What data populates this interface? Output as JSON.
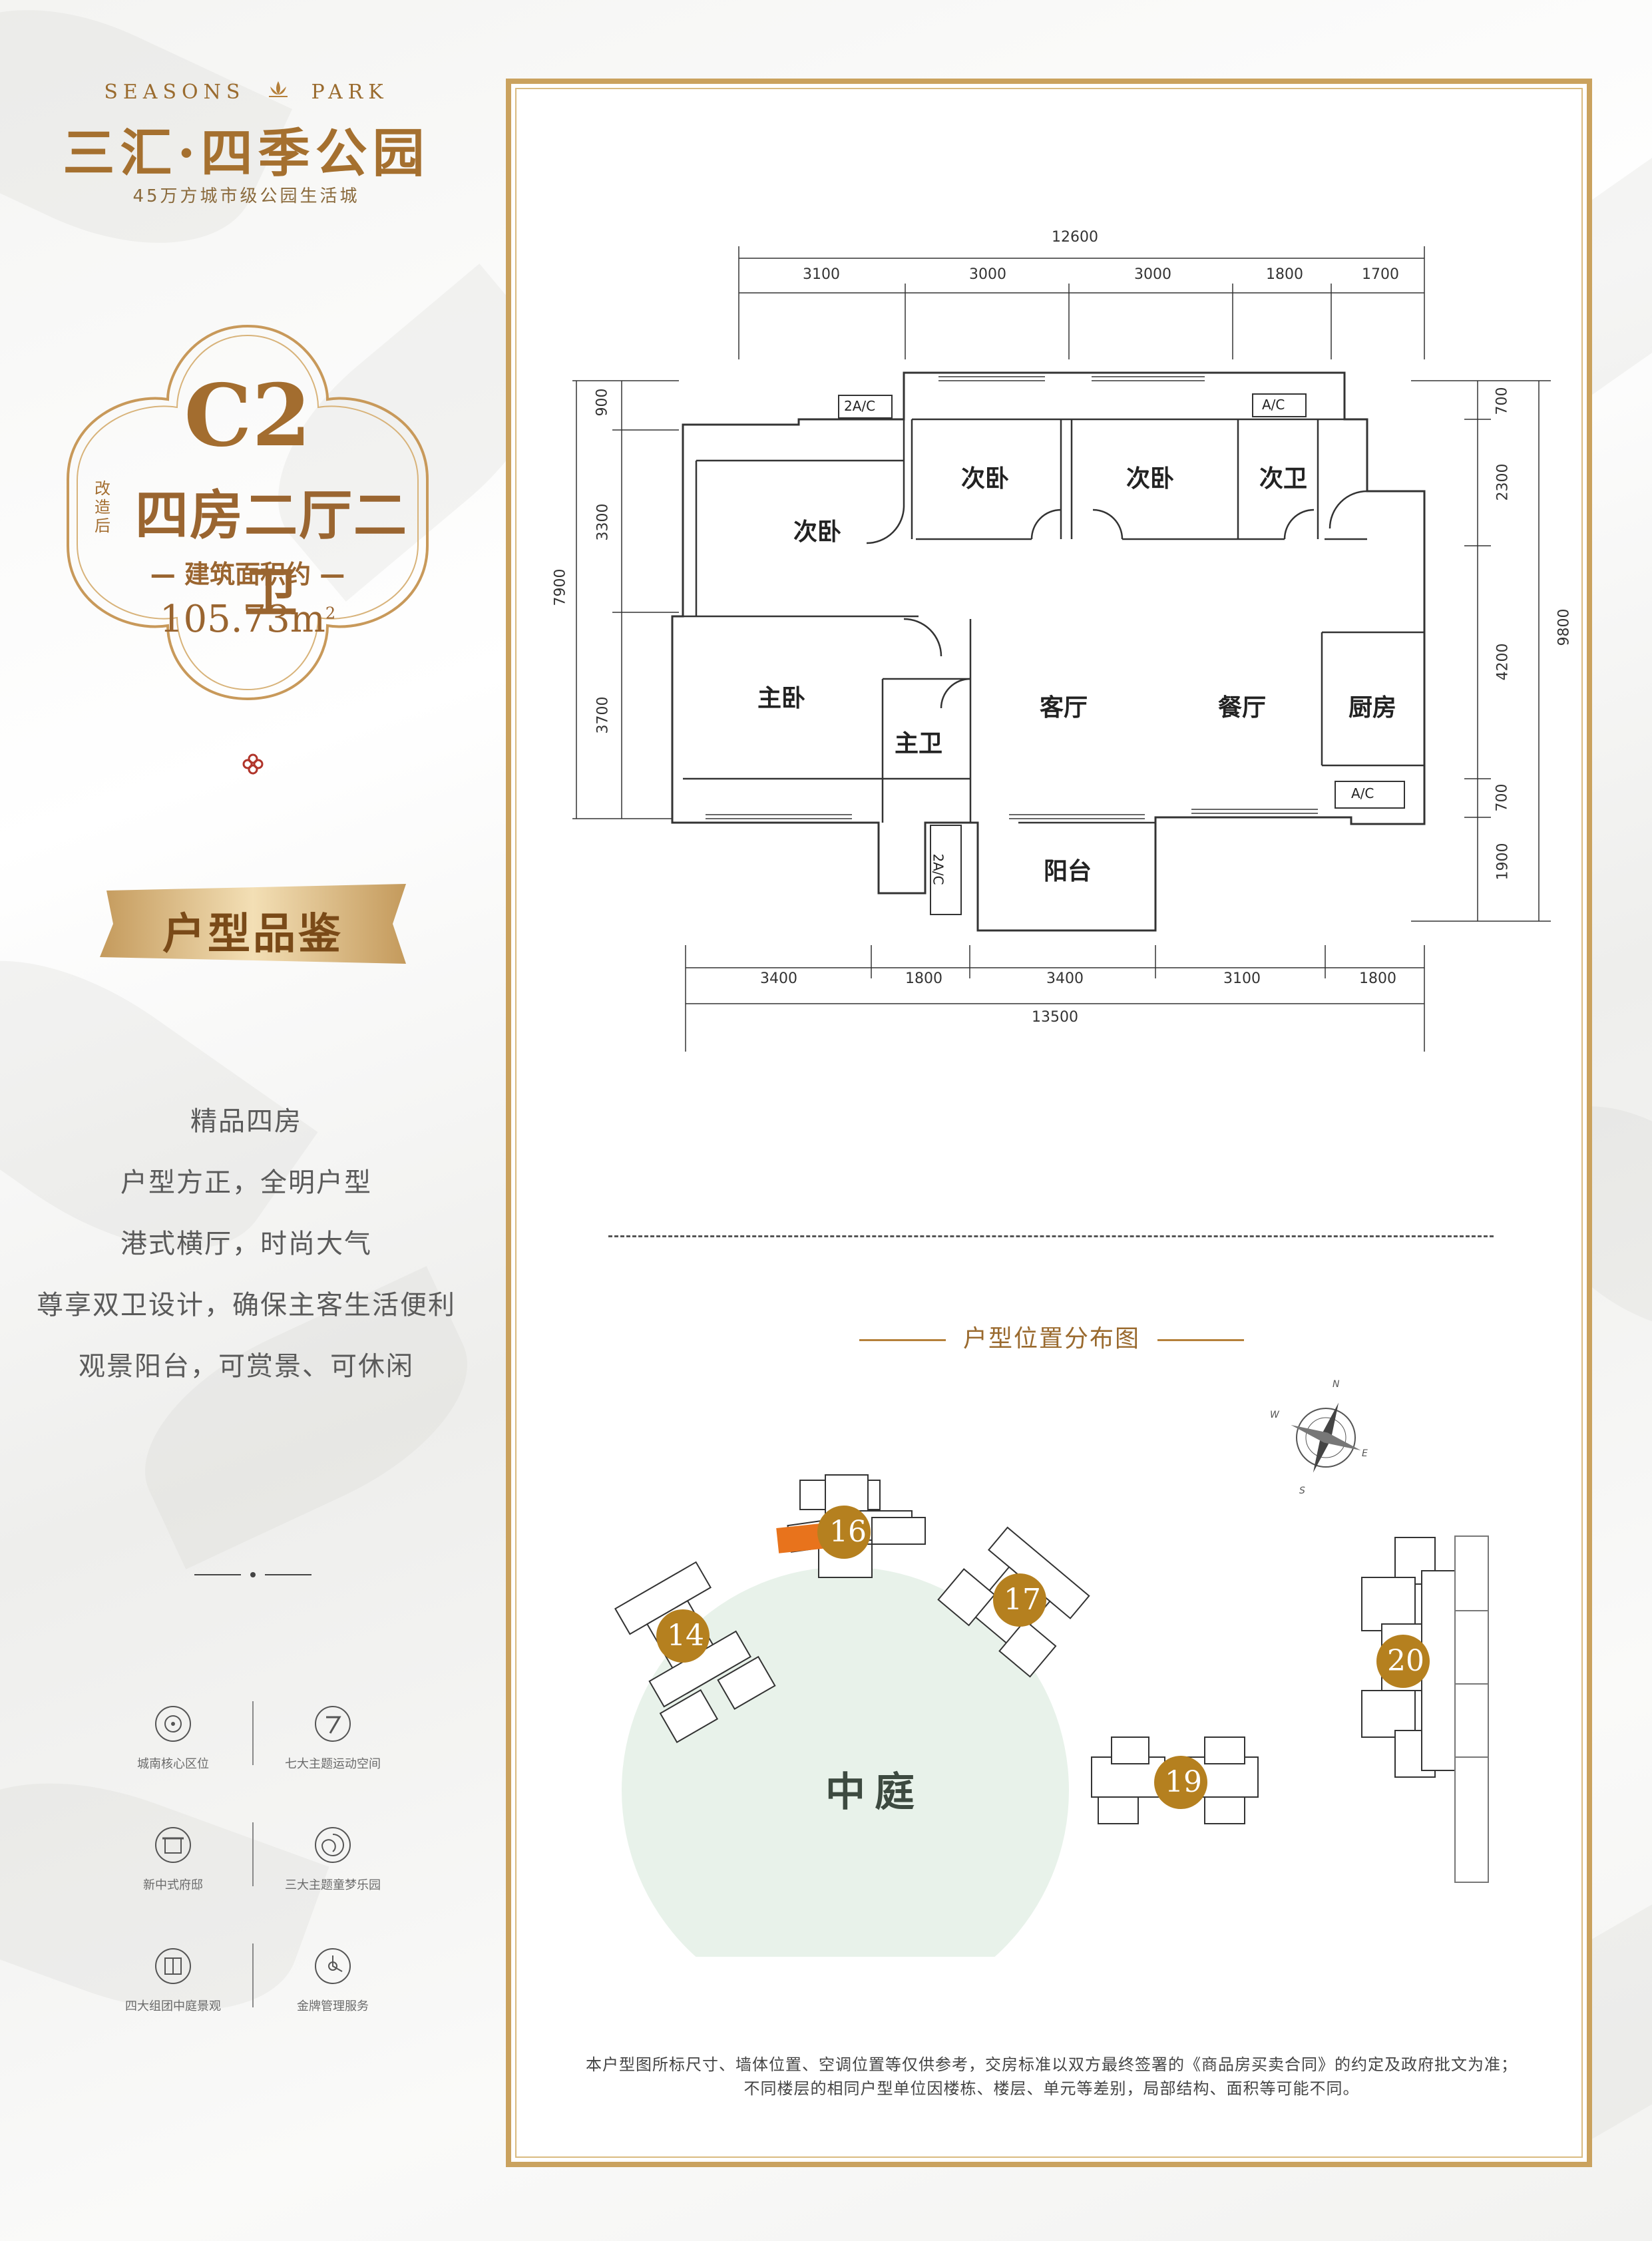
{
  "brand": {
    "en_left": "SEASONS",
    "en_right": "PARK",
    "title": "三汇·四季公园",
    "subtitle": "45万方城市级公园生活城"
  },
  "unit": {
    "type_code": "C2",
    "prefix": "改造后",
    "layout": "四房二厅二卫",
    "area_label": "— 建筑面积约 —",
    "area_value": "105.73m",
    "area_sup": "2"
  },
  "section_title": "户型品鉴",
  "features": [
    "精品四房",
    "户型方正，全明户型",
    "港式横厅，时尚大气",
    "尊享双卫设计，确保主客生活便利",
    "观景阳台，可赏景、可休闲"
  ],
  "amenities": [
    {
      "label": "城南核心区位"
    },
    {
      "label": "七大主题运动空间"
    },
    {
      "label": "新中式府邸"
    },
    {
      "label": "三大主题童梦乐园"
    },
    {
      "label": "四大组团中庭景观"
    },
    {
      "label": "金牌管理服务"
    }
  ],
  "floorplan": {
    "top_total": "12600",
    "top_dims": [
      "3100",
      "3000",
      "3000",
      "1800",
      "1700"
    ],
    "bottom_total": "13500",
    "bottom_dims": [
      "3400",
      "1800",
      "3400",
      "3100",
      "1800"
    ],
    "left_total": "7900",
    "left_dims": [
      "900",
      "3300",
      "3700"
    ],
    "right_total": "9800",
    "right_dims": [
      "700",
      "2300",
      "4200",
      "700",
      "1900"
    ],
    "rooms": {
      "bed2a": "次卧",
      "bed2b": "次卧",
      "bed2c": "次卧",
      "bath2": "次卫",
      "master": "主卧",
      "master_bath": "主卫",
      "living": "客厅",
      "dining": "餐厅",
      "kitchen": "厨房",
      "balcony": "阳台"
    },
    "ac": {
      "ac1": "2A/C",
      "ac2": "A/C",
      "ac3": "A/C",
      "ac4": "2A/C"
    }
  },
  "location": {
    "title": "户型位置分布图",
    "courtyard": "中庭",
    "buildings": [
      "14",
      "16",
      "17",
      "19",
      "20"
    ],
    "compass": {
      "n": "N",
      "s": "S",
      "e": "E",
      "w": "W"
    },
    "highlight_color": "#e8731c",
    "courtyard_color": "#e8f2ea"
  },
  "disclaimer": [
    "本户型图所标尺寸、墙体位置、空调位置等仅供参考，交房标准以双方最终签署的《商品房买卖合同》的约定及政府批文为准；",
    "不同楼层的相同户型单位因楼栋、楼层、单元等差别，局部结构、面积等可能不同。"
  ]
}
